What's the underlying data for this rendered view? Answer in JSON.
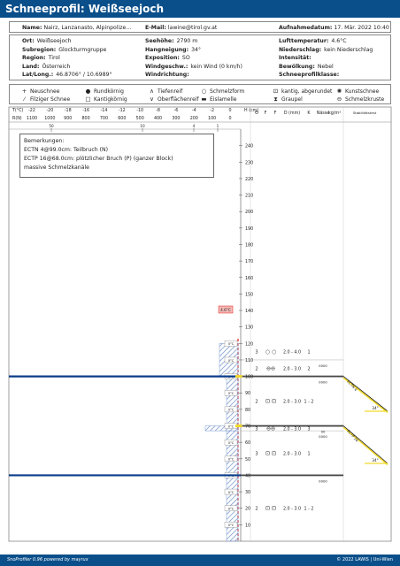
{
  "header": {
    "title": "Schneeprofil: Weißseejoch"
  },
  "info_row": {
    "name_label": "Name:",
    "name_value": "Nairz, Lanzanasto, Alpinpolize...",
    "email_label": "E-Mail:",
    "email_value": "lawine@tirol.gv.at",
    "date_label": "Aufnahmedatum:",
    "date_value": "17. Mär. 2022 10:40"
  },
  "location": {
    "c1": [
      [
        "Ort:",
        "Weißseejoch"
      ],
      [
        "Subregion:",
        "Glockturmgruppe"
      ],
      [
        "Region:",
        "Tirol"
      ],
      [
        "Land:",
        "Österreich"
      ],
      [
        "Lat/Long.:",
        "46.8706° / 10.6989°"
      ]
    ],
    "c2": [
      [
        "Seehöhe:",
        "2790 m"
      ],
      [
        "Hangneigung:",
        "34°"
      ],
      [
        "Exposition:",
        "SO"
      ],
      [
        "Windgeschw.:",
        "kein Wind (0 km/h)"
      ],
      [
        "Windrichtung:",
        ""
      ]
    ],
    "c3": [
      [
        "Lufttemperatur:",
        "4.6°C"
      ],
      [
        "Niederschlag:",
        "kein Niederschlag"
      ],
      [
        "Intensität:",
        ""
      ],
      [
        "Bewölkung:",
        "Nebel"
      ],
      [
        "Schneeprofilklasse:",
        ""
      ]
    ]
  },
  "legend": [
    {
      "icon": "plus-icon",
      "sym": "+",
      "label": "Neuschnee"
    },
    {
      "icon": "dot-icon",
      "sym": "●",
      "label": "Rundkörnig"
    },
    {
      "icon": "caret-icon",
      "sym": "∧",
      "label": "Tiefenreif"
    },
    {
      "icon": "circle-icon",
      "sym": "○",
      "label": "Schmelzform"
    },
    {
      "icon": "square-dot-icon",
      "sym": "⊡",
      "label": "kantig, abgerundet"
    },
    {
      "icon": "sun-icon",
      "sym": "✺",
      "label": "Kunstschnee"
    },
    {
      "icon": "slash-icon",
      "sym": "⁄",
      "label": "Filziger Schnee"
    },
    {
      "icon": "square-icon",
      "sym": "□",
      "label": "Kantigkörnig"
    },
    {
      "icon": "v-icon",
      "sym": "∨",
      "label": "Oberflächenreif"
    },
    {
      "icon": "bar-icon",
      "sym": "▬",
      "label": "Eislamelle"
    },
    {
      "icon": "graupel-icon",
      "sym": "⧗",
      "label": "Graupel"
    },
    {
      "icon": "crust-icon",
      "sym": "⊖",
      "label": "Schmelzkruste"
    }
  ],
  "axes": {
    "tlabel": "T(°C)",
    "temps": [
      "-22",
      "-20",
      "-18",
      "-16",
      "-14",
      "-12",
      "-10",
      "-8",
      "-6",
      "-4",
      "-2",
      "0"
    ],
    "rlabel": "R(N)",
    "forces": [
      "1100",
      "1000",
      "900",
      "800",
      "700",
      "600",
      "500",
      "400",
      "300",
      "200",
      "100",
      "0"
    ],
    "hardness": [
      "50",
      "10",
      "4",
      "1"
    ],
    "hs_label": "H (cm)",
    "heights": [
      "10",
      "20",
      "30",
      "40",
      "50",
      "60",
      "70",
      "80",
      "90",
      "100",
      "110",
      "120",
      "130",
      "140",
      "150",
      "160",
      "170",
      "180",
      "190",
      "200",
      "210",
      "220",
      "230",
      "240"
    ]
  },
  "columns": {
    "theta": "Θ",
    "f": "F",
    "ff": "F",
    "d": "D (mm)",
    "k": "K",
    "nass": "Nässe",
    "rho": "kg/m³",
    "stab": "Stabilitätstest"
  },
  "remarks": {
    "title": "Bemerkungen:",
    "lines": [
      "ECTN 4@99.0cm: Teilbruch (N)",
      "ECTP 16@68.0cm: plötzlicher Bruch (P) (ganzer Block)",
      "massive Schmelzkanäle"
    ]
  },
  "air_temp": "4.6°C",
  "temp_labels": [
    "0°C",
    "0°C",
    "0°C",
    "0°C",
    "0°C",
    "0°C",
    "0°C",
    "0°C",
    "0°C",
    "0°C",
    "0°C",
    "0°C"
  ],
  "layers": [
    {
      "theta": "3",
      "grain": "circles",
      "d": "2.0 - 4.0",
      "k": "1",
      "wet": ""
    },
    {
      "theta": "2",
      "grain": "crust",
      "d": "2.0 - 3.0",
      "k": "2",
      "wet": "0000"
    },
    {
      "theta": "2",
      "grain": "squares",
      "d": "2.0 - 3.0",
      "k": "1 - 2",
      "wet": "0000"
    },
    {
      "theta": "3",
      "grain": "crust",
      "d": "2.0 - 3.0",
      "k": "3",
      "wet": "00"
    },
    {
      "theta": "3",
      "grain": "squares",
      "d": "2.0 - 3.0",
      "k": "1",
      "wet": "0000"
    },
    {
      "theta": "2",
      "grain": "squares",
      "d": "2.0 - 3.0",
      "k": "1 - 2",
      "wet": "0000"
    }
  ],
  "stability": [
    {
      "name": "ECTN 4",
      "angle": "34°"
    },
    {
      "name": "ECTP 16",
      "angle": "34°"
    }
  ],
  "footer": {
    "left": "SnoProfiler 0.96 powered by mayrux",
    "right": "© 2022 LAWIS | Uni-Wien"
  }
}
